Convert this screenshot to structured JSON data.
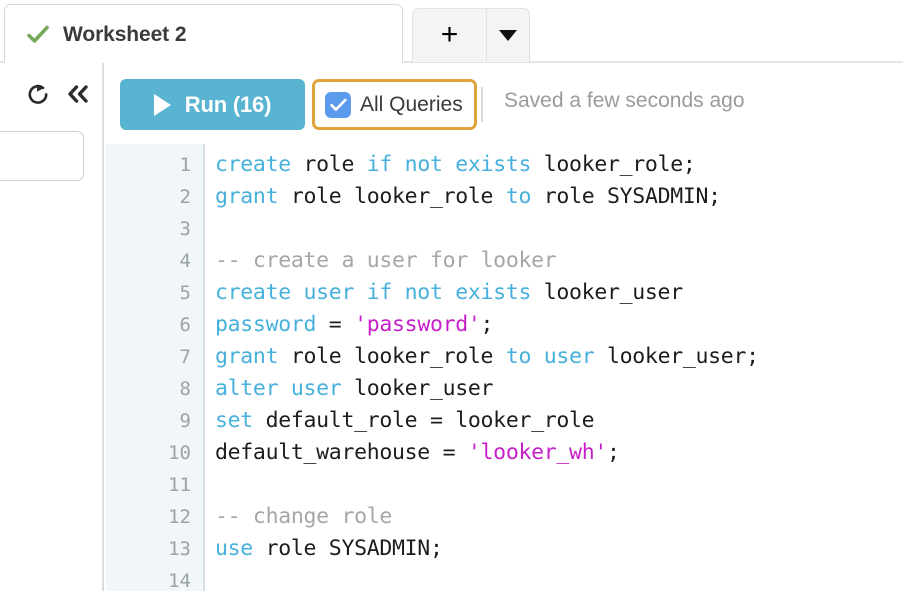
{
  "tabbar": {
    "worksheet_tab": {
      "title": "Worksheet 2",
      "status_icon": "check-icon",
      "status_color": "#76a95a"
    },
    "add_tab_label": "+",
    "menu_caret_label": "▼"
  },
  "left_rail": {
    "refresh_icon": "refresh-icon",
    "collapse_icon": "double-chevron-left-icon"
  },
  "toolbar": {
    "run_label": "Run (16)",
    "run_play_icon": "play-icon",
    "run_color": "#58b4d1",
    "all_queries_label": "All Queries",
    "all_queries_checked": true,
    "checkbox_color": "#5b9bee",
    "highlight_color": "#e0a43c",
    "saved_text": "Saved a few seconds ago"
  },
  "editor": {
    "gutter_bg": "#f1f6f8",
    "keyword_color": "#47b0dc",
    "string_color": "#c51fc9",
    "comment_color": "#a6a6a6",
    "line_numbers": [
      "1",
      "2",
      "3",
      "4",
      "5",
      "6",
      "7",
      "8",
      "9",
      "10",
      "11",
      "12",
      "13",
      "14"
    ],
    "lines": [
      {
        "num": "1",
        "tokens": [
          {
            "t": "create",
            "c": "kw"
          },
          {
            "t": " role ",
            "c": "pl"
          },
          {
            "t": "if not exists",
            "c": "kw"
          },
          {
            "t": " looker_role;",
            "c": "pl"
          }
        ]
      },
      {
        "num": "2",
        "tokens": [
          {
            "t": "grant",
            "c": "kw"
          },
          {
            "t": " role looker_role ",
            "c": "pl"
          },
          {
            "t": "to",
            "c": "kw"
          },
          {
            "t": " role SYSADMIN;",
            "c": "pl"
          }
        ]
      },
      {
        "num": "3",
        "tokens": []
      },
      {
        "num": "4",
        "tokens": [
          {
            "t": "-- create a user for looker",
            "c": "cmt"
          }
        ]
      },
      {
        "num": "5",
        "tokens": [
          {
            "t": "create user if not exists",
            "c": "kw"
          },
          {
            "t": " looker_user",
            "c": "pl"
          }
        ]
      },
      {
        "num": "6",
        "tokens": [
          {
            "t": "password",
            "c": "kw"
          },
          {
            "t": " = ",
            "c": "pl"
          },
          {
            "t": "'password'",
            "c": "str"
          },
          {
            "t": ";",
            "c": "pl"
          }
        ]
      },
      {
        "num": "7",
        "tokens": [
          {
            "t": "grant",
            "c": "kw"
          },
          {
            "t": " role looker_role ",
            "c": "pl"
          },
          {
            "t": "to user",
            "c": "kw"
          },
          {
            "t": " looker_user;",
            "c": "pl"
          }
        ]
      },
      {
        "num": "8",
        "tokens": [
          {
            "t": "alter user",
            "c": "kw"
          },
          {
            "t": " looker_user",
            "c": "pl"
          }
        ]
      },
      {
        "num": "9",
        "tokens": [
          {
            "t": "set",
            "c": "kw"
          },
          {
            "t": " default_role = looker_role",
            "c": "pl"
          }
        ]
      },
      {
        "num": "10",
        "tokens": [
          {
            "t": "default_warehouse = ",
            "c": "pl"
          },
          {
            "t": "'looker_wh'",
            "c": "str"
          },
          {
            "t": ";",
            "c": "pl"
          }
        ]
      },
      {
        "num": "11",
        "tokens": []
      },
      {
        "num": "12",
        "tokens": [
          {
            "t": "-- change role",
            "c": "cmt"
          }
        ]
      },
      {
        "num": "13",
        "tokens": [
          {
            "t": "use",
            "c": "kw"
          },
          {
            "t": " role SYSADMIN;",
            "c": "pl"
          }
        ]
      },
      {
        "num": "14",
        "tokens": []
      }
    ]
  }
}
